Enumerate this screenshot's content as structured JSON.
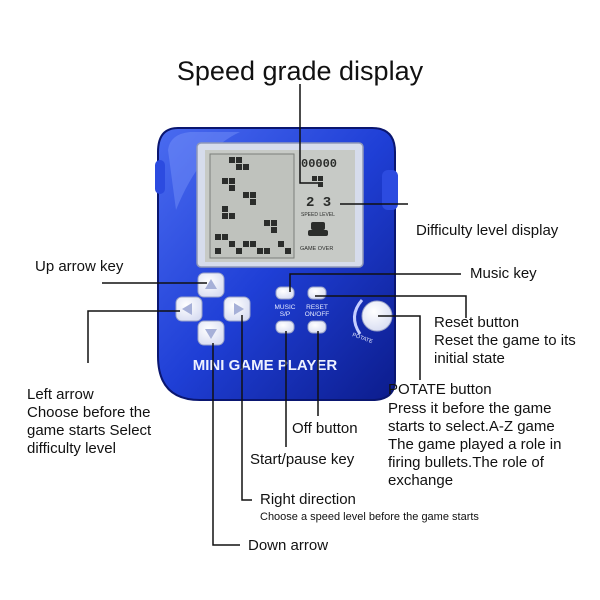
{
  "title": "Speed grade display",
  "device": {
    "brand": "MINI GAME PLAYER",
    "screen": {
      "score": "00000",
      "speed_digits": "2 3",
      "speed_level": "SPEED LEVEL",
      "game_over": "GAME OVER"
    },
    "buttons": {
      "music_label": "MUSIC\nS/P",
      "music_line1": "MUSIC",
      "music_line2": "S/P",
      "reset_line1": "RESET",
      "reset_line2": "ON/OFF",
      "potate_label": "POTATE"
    }
  },
  "callouts": {
    "difficulty_display": "Difficulty level display",
    "up_arrow": "Up arrow key",
    "music_key": "Music key",
    "reset_title": "Reset button",
    "reset_desc": "Reset the game to its initial state",
    "left_arrow_title": "Left arrow",
    "left_arrow_desc": "Choose before the game starts Select difficulty level",
    "potate_title": "POTATE button",
    "potate_desc": "Press it before the game starts to select.A-Z game The game played a role in firing bullets.The role of exchange",
    "off_button": "Off button",
    "start_pause": "Start/pause key",
    "right_title": "Right direction",
    "right_desc": "Choose a speed level before the game starts",
    "down_arrow": "Down arrow"
  },
  "colors": {
    "body": "#1f3fd6",
    "body_dark": "#0d1f9a",
    "bezel": "#cfd6ec",
    "screen": "#c9ccc8",
    "buttons": "#f4f6ff",
    "lines": "#111111"
  }
}
